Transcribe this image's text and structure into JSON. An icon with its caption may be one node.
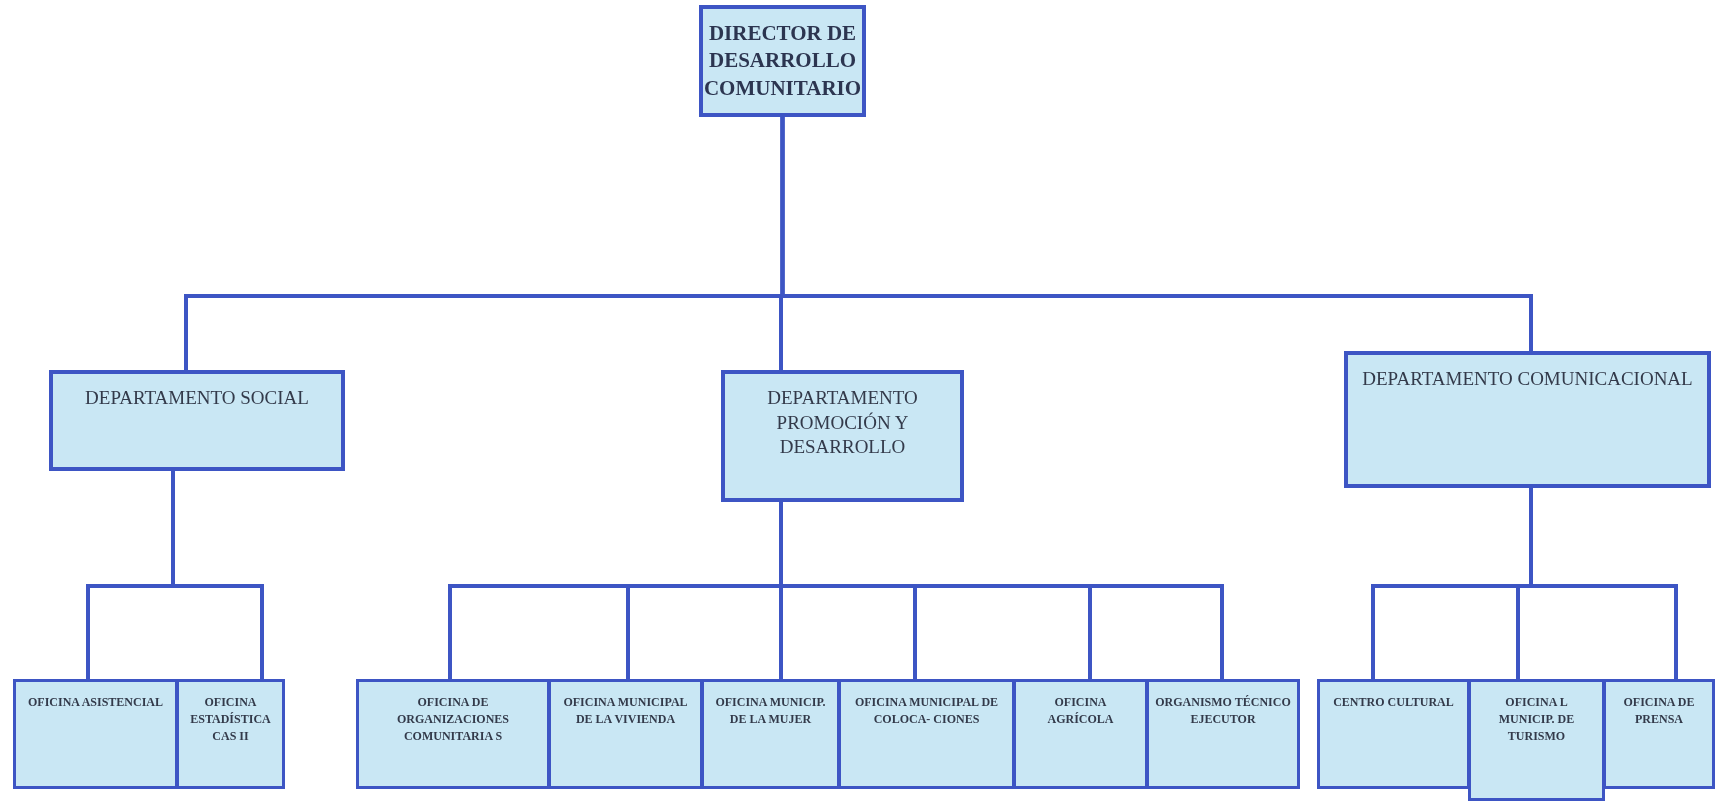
{
  "diagram": {
    "nodes": [
      {
        "text": [
          "DIRECTOR DE DESARROLLO COMUNITARIO"
        ]
      },
      {
        "text": [
          "DEPARTAMENTO SOCIAL"
        ]
      },
      {
        "text": [
          "DEPARTAMENTO PROMOCIÓN Y DESARROLLO"
        ]
      },
      {
        "text": [
          "DEPARTAMENTO COMUNICACIONAL"
        ]
      },
      {
        "text": [
          "OFICINA ASISTENCIAL"
        ]
      },
      {
        "text": [
          "OFICINA ESTADÍSTICA CAS II"
        ]
      },
      {
        "text": [
          "OFICINA DE ORGANIZACIONES COMUNITARIA S"
        ]
      },
      {
        "text": [
          "OFICINA MUNICIPAL DE LA VIVIENDA"
        ]
      },
      {
        "text": [
          "OFICINA MUNICIP. DE LA MUJER"
        ]
      },
      {
        "text": [
          "OFICINA MUNICIPAL DE COLOCA- CIONES"
        ]
      },
      {
        "text": [
          "OFICINA AGRÍCOLA"
        ]
      },
      {
        "text": [
          "ORGANISMO TÉCNICO EJECUTOR"
        ]
      },
      {
        "text": [
          "CENTRO CULTURAL"
        ]
      },
      {
        "text": [
          "OFICINA L MUNICIP. DE TURISMO"
        ]
      },
      {
        "text": [
          "OFICINA DE PRENSA"
        ]
      }
    ],
    "edges": [
      {
        "from": 0,
        "to": 1,
        "arrow": "none"
      },
      {
        "from": 0,
        "to": 2,
        "arrow": "none"
      },
      {
        "from": 0,
        "to": 3,
        "arrow": "none"
      },
      {
        "from": 1,
        "to": 4,
        "arrow": "none"
      },
      {
        "from": 1,
        "to": 5,
        "arrow": "none"
      },
      {
        "from": 2,
        "to": 6,
        "arrow": "none"
      },
      {
        "from": 2,
        "to": 7,
        "arrow": "none"
      },
      {
        "from": 2,
        "to": 8,
        "arrow": "none"
      },
      {
        "from": 2,
        "to": 9,
        "arrow": "none"
      },
      {
        "from": 2,
        "to": 10,
        "arrow": "none"
      },
      {
        "from": 2,
        "to": 11,
        "arrow": "none"
      },
      {
        "from": 3,
        "to": 12,
        "arrow": "none"
      },
      {
        "from": 3,
        "to": 13,
        "arrow": "none"
      },
      {
        "from": 3,
        "to": 14,
        "arrow": "none"
      }
    ]
  }
}
